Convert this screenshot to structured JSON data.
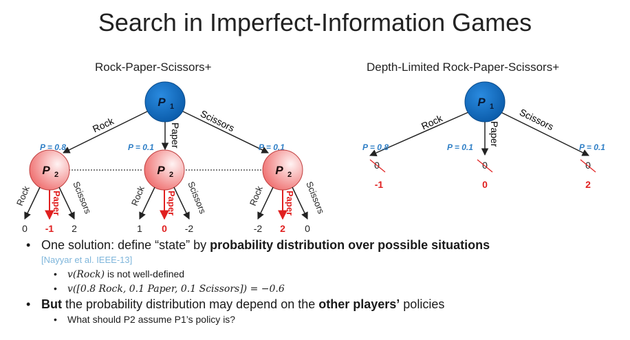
{
  "slide": {
    "title": "Search in Imperfect-Information Games"
  },
  "left_tree": {
    "title": "Rock-Paper-Scissors+",
    "root_label": "P",
    "root_sub": "1",
    "p1_actions": [
      "Rock",
      "Paper",
      "Scissors"
    ],
    "probs": [
      "P = 0.8",
      "P = 0.1",
      "P = 0.1"
    ],
    "p2_label": "P",
    "p2_sub": "2",
    "p2_actions": [
      "Rock",
      "Paper",
      "Scissors"
    ],
    "payoffs": [
      [
        "0",
        "-1",
        "2"
      ],
      [
        "1",
        "0",
        "-2"
      ],
      [
        "-2",
        "2",
        "0"
      ]
    ]
  },
  "right_tree": {
    "title": "Depth-Limited Rock-Paper-Scissors+",
    "root_label": "P",
    "root_sub": "1",
    "p1_actions": [
      "Rock",
      "Paper",
      "Scissors"
    ],
    "probs": [
      "P = 0.8",
      "P = 0.1",
      "P = 0.1"
    ],
    "crossed_values": [
      "0",
      "0",
      "0"
    ],
    "true_values": [
      "-1",
      "0",
      "2"
    ]
  },
  "bullets": {
    "b1_prefix": "One solution: define “state” by ",
    "b1_bold": "probability distribution over possible situations",
    "citation": "[Nayyar et al. IEEE-13]",
    "sub1_math": "v(Rock)",
    "sub1_text": " is not well-defined",
    "sub2_math": "v([0.8 Rock, 0.1 Paper, 0.1 Scissors]) = −0.6",
    "b2_bold1": "But",
    "b2_mid": " the probability distribution may depend on the ",
    "b2_bold2": "other players’",
    "b2_end": " policies",
    "sub3_text": "What should P2 assume P1’s policy is?"
  },
  "colors": {
    "p1_node": "#0f6cc2",
    "p2_node": "#f08080",
    "prob_text": "#2f7fc6",
    "highlight_red": "#e02020",
    "citation": "#7fb6db"
  }
}
